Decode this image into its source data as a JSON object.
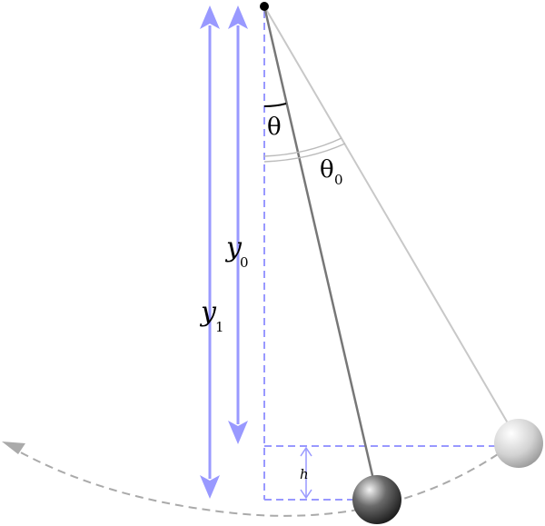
{
  "labels": {
    "theta": "θ",
    "theta0_main": "θ",
    "theta0_sub": "0",
    "y0_main": "y",
    "y0_sub": "0",
    "y1_main": "y",
    "y1_sub": "1",
    "h": "h"
  },
  "colors": {
    "arrow_blue": "#9999ff",
    "dashed_blue": "#9999ff",
    "rod_dark": "#777777",
    "rod_light": "#c8c8c8",
    "arc_gray": "#b0b0b0",
    "pivot": "#000000"
  }
}
